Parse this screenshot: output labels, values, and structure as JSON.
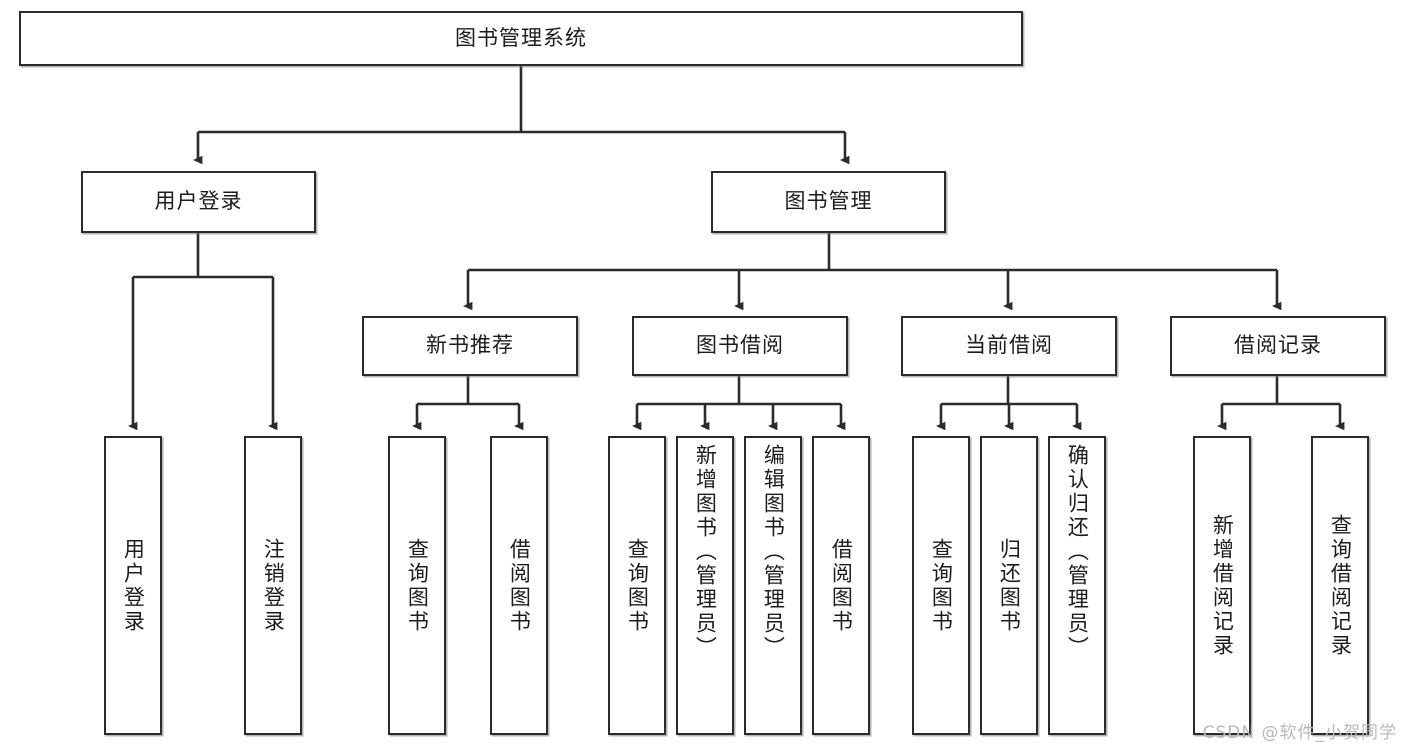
{
  "diagram": {
    "type": "tree",
    "title": "图书管理系统",
    "watermark": "CSDN @软件_小贺同学",
    "levels": {
      "root": {
        "label": "图书管理系统"
      },
      "level2": [
        {
          "id": "user-login",
          "label": "用户登录"
        },
        {
          "id": "book-manage",
          "label": "图书管理"
        }
      ],
      "level3": [
        {
          "id": "new-book-recommend",
          "label": "新书推荐",
          "parent": "book-manage"
        },
        {
          "id": "book-borrow",
          "label": "图书借阅",
          "parent": "book-manage"
        },
        {
          "id": "current-borrow",
          "label": "当前借阅",
          "parent": "book-manage"
        },
        {
          "id": "borrow-record",
          "label": "借阅记录",
          "parent": "book-manage"
        }
      ],
      "leaves": [
        {
          "id": "leaf-user-login",
          "label": "用户登录",
          "parent": "user-login"
        },
        {
          "id": "leaf-logout",
          "label": "注销登录",
          "parent": "user-login"
        },
        {
          "id": "leaf-query-book-1",
          "label": "查询图书",
          "parent": "new-book-recommend"
        },
        {
          "id": "leaf-borrow-book-1",
          "label": "借阅图书",
          "parent": "new-book-recommend"
        },
        {
          "id": "leaf-query-book-2",
          "label": "查询图书",
          "parent": "book-borrow"
        },
        {
          "id": "leaf-add-book",
          "label": "新增图书（管理员）",
          "parent": "book-borrow"
        },
        {
          "id": "leaf-edit-book",
          "label": "编辑图书（管理员）",
          "parent": "book-borrow"
        },
        {
          "id": "leaf-borrow-book-2",
          "label": "借阅图书",
          "parent": "book-borrow"
        },
        {
          "id": "leaf-query-book-3",
          "label": "查询图书",
          "parent": "current-borrow"
        },
        {
          "id": "leaf-return-book",
          "label": "归还图书",
          "parent": "current-borrow"
        },
        {
          "id": "leaf-confirm-return",
          "label": "确认归还（管理员）",
          "parent": "current-borrow"
        },
        {
          "id": "leaf-add-record",
          "label": "新增借阅记录",
          "parent": "borrow-record"
        },
        {
          "id": "leaf-query-record",
          "label": "查询借阅记录",
          "parent": "borrow-record"
        }
      ]
    },
    "colors": {
      "box_border": "#2b2b2b",
      "box_fill": "#ffffff",
      "connector": "#2b2b2b",
      "text": "#1c1c1c",
      "watermark": "#b9b9b9"
    }
  }
}
